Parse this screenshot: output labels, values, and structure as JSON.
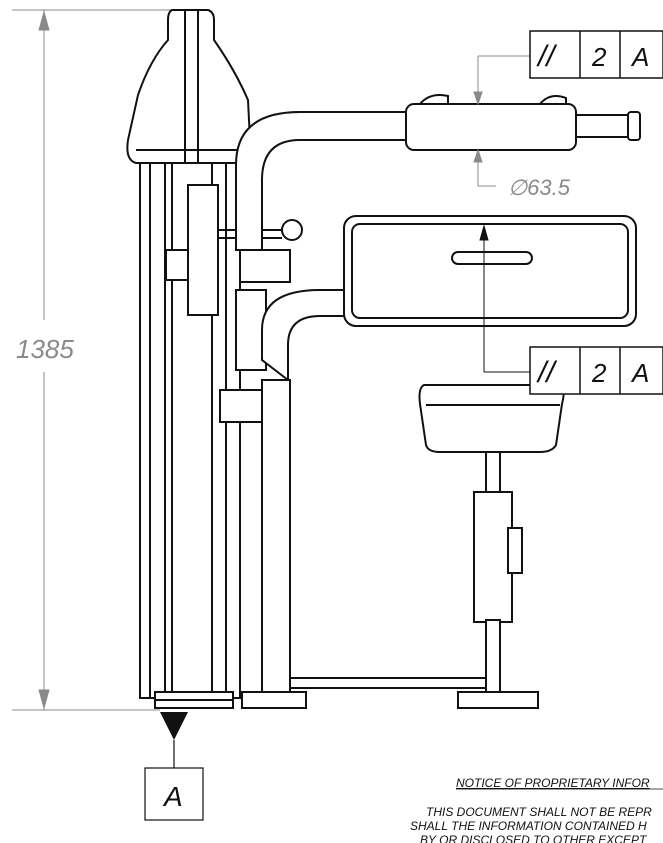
{
  "dimensions": {
    "height": "1385",
    "tube_diameter": "∅63.5"
  },
  "feature_controls": [
    {
      "symbol": "//",
      "tolerance": "2",
      "datum": "A"
    },
    {
      "symbol": "//",
      "tolerance": "2",
      "datum": "A"
    }
  ],
  "datum": {
    "label": "A"
  },
  "notice": {
    "heading": "NOTICE OF PROPRIETARY INFOR",
    "line1": "THIS DOCUMENT SHALL NOT BE REPR",
    "line2": "SHALL THE INFORMATION CONTAINED H",
    "line3": "BY OR DISCLOSED TO OTHER EXCEPT"
  },
  "colors": {
    "line": "#111111",
    "dimension": "#8a8a8a",
    "background": "#ffffff"
  }
}
